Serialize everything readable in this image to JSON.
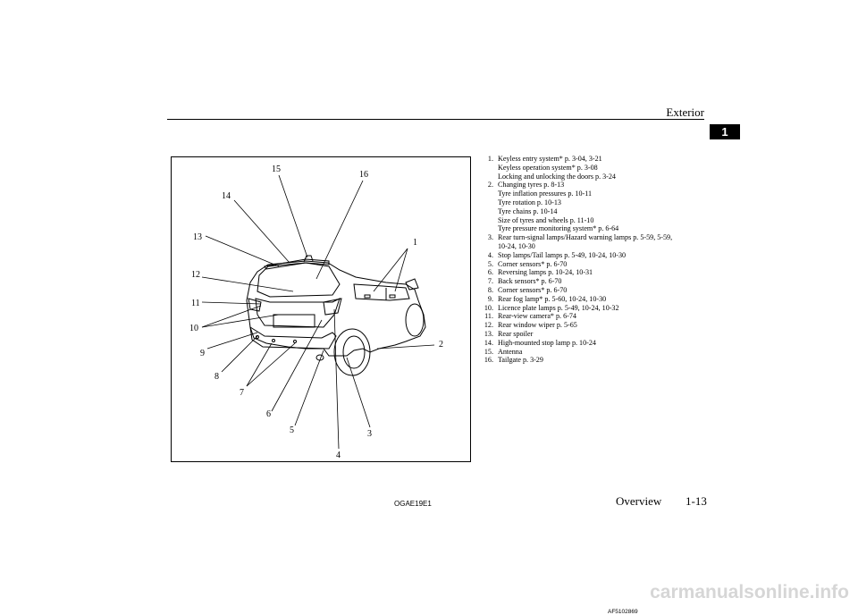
{
  "header": {
    "section_title": "Exterior",
    "chapter_number": "1"
  },
  "figure": {
    "code": "AF5102869",
    "callouts": [
      "1",
      "2",
      "3",
      "4",
      "5",
      "6",
      "7",
      "8",
      "9",
      "10",
      "11",
      "12",
      "13",
      "14",
      "15",
      "16"
    ]
  },
  "legend": [
    {
      "number": "1.",
      "lines": [
        "Keyless entry system* p. 3-04, 3-21",
        "Keyless operation system* p. 3-08",
        "Locking and unlocking the doors p. 3-24"
      ]
    },
    {
      "number": "2.",
      "lines": [
        "Changing tyres p. 8-13",
        "Tyre inflation pressures p. 10-11",
        "Tyre rotation p. 10-13",
        "Tyre chains p. 10-14",
        "Size of tyres and wheels p. 11-10",
        "Tyre pressure monitoring system* p. 6-64"
      ]
    },
    {
      "number": "3.",
      "lines": [
        "Rear turn-signal lamps/Hazard warning lamps p. 5-59, 5-59,",
        "10-24, 10-30"
      ]
    },
    {
      "number": "4.",
      "lines": [
        "Stop lamps/Tail lamps p. 5-49, 10-24, 10-30"
      ]
    },
    {
      "number": "5.",
      "lines": [
        "Corner sensors* p. 6-70"
      ]
    },
    {
      "number": "6.",
      "lines": [
        "Reversing lamps p. 10-24, 10-31"
      ]
    },
    {
      "number": "7.",
      "lines": [
        "Back sensors* p. 6-70"
      ]
    },
    {
      "number": "8.",
      "lines": [
        "Corner sensors* p. 6-70"
      ]
    },
    {
      "number": "9.",
      "lines": [
        "Rear fog lamp* p. 5-60, 10-24, 10-30"
      ]
    },
    {
      "number": "10.",
      "lines": [
        "Licence plate lamps p. 5-49, 10-24, 10-32"
      ]
    },
    {
      "number": "11.",
      "lines": [
        "Rear-view camera* p. 6-74"
      ]
    },
    {
      "number": "12.",
      "lines": [
        "Rear window wiper p. 5-65"
      ]
    },
    {
      "number": "13.",
      "lines": [
        "Rear spoiler"
      ]
    },
    {
      "number": "14.",
      "lines": [
        "High-mounted stop lamp p. 10-24"
      ]
    },
    {
      "number": "15.",
      "lines": [
        "Antenna"
      ]
    },
    {
      "number": "16.",
      "lines": [
        "Tailgate p. 3-29"
      ]
    }
  ],
  "footer": {
    "code": "OGAE19E1",
    "section": "Overview",
    "page": "1-13"
  },
  "watermark": "carmanualsonline.info"
}
